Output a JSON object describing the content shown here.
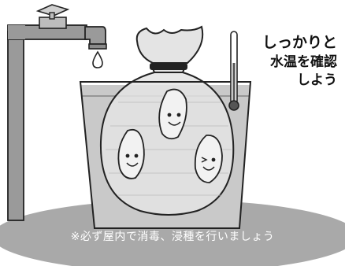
{
  "headline": {
    "line1": "しっかりと",
    "line2": "水温を確認",
    "line3": "しよう"
  },
  "caption": "※必ず屋内で消毒、浸種を行いましょう",
  "icons": {
    "faucet": "faucet-icon",
    "water_drop": "water-drop-icon",
    "thermometer": "thermometer-icon",
    "seed_bag": "mesh-bag-icon",
    "seed_character": "seed-character-icon"
  },
  "colors": {
    "ground": "#a9a9a9",
    "water": "#c9c9c9",
    "outline": "#222222",
    "pipe": "#8f8f8f"
  }
}
